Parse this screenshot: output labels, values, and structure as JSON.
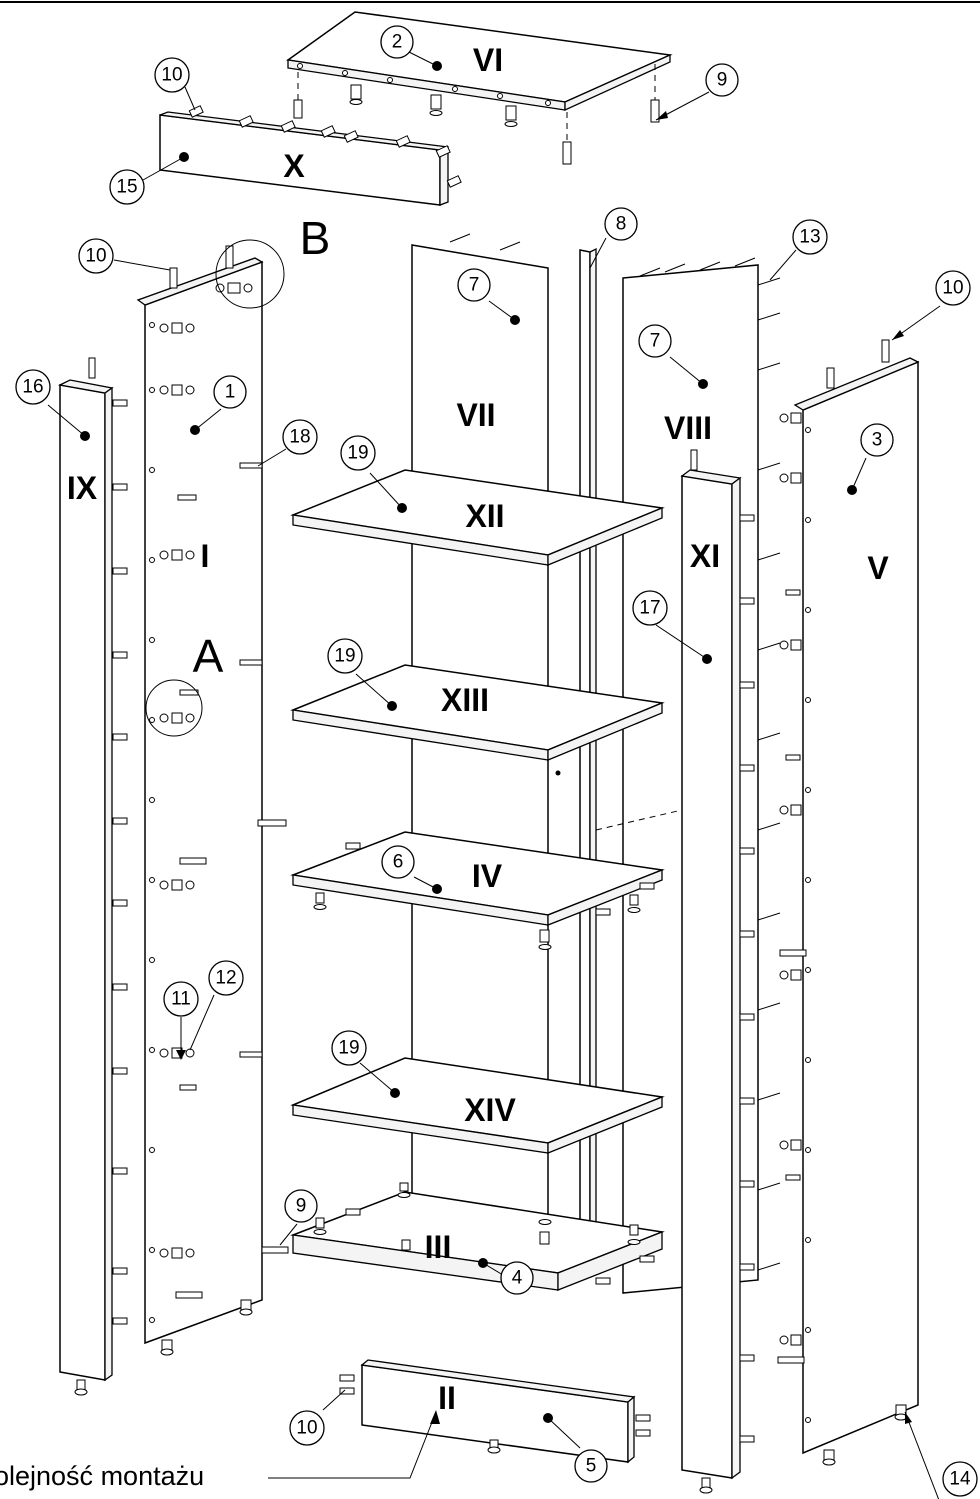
{
  "header_rule": true,
  "romans": {
    "I": "I",
    "II": "II",
    "III": "III",
    "IV": "IV",
    "V": "V",
    "VI": "VI",
    "VII": "VII",
    "VIII": "VIII",
    "IX": "IX",
    "X": "X",
    "XI": "XI",
    "XII": "XII",
    "XIII": "XIII",
    "XIV": "XIV"
  },
  "details": {
    "A": "A",
    "B": "B"
  },
  "callouts": {
    "c1": "1",
    "c2": "2",
    "c3": "3",
    "c4": "4",
    "c5": "5",
    "c6": "6",
    "c7a": "7",
    "c7b": "7",
    "c8": "8",
    "c9a": "9",
    "c9b": "9",
    "c10a": "10",
    "c10b": "10",
    "c10c": "10",
    "c10d": "10",
    "c11": "11",
    "c12": "12",
    "c13": "13",
    "c14": "14",
    "c15": "15",
    "c16": "16",
    "c17": "17",
    "c18": "18",
    "c19a": "19",
    "c19b": "19",
    "c19c": "19"
  },
  "caption": "olejność montażu"
}
